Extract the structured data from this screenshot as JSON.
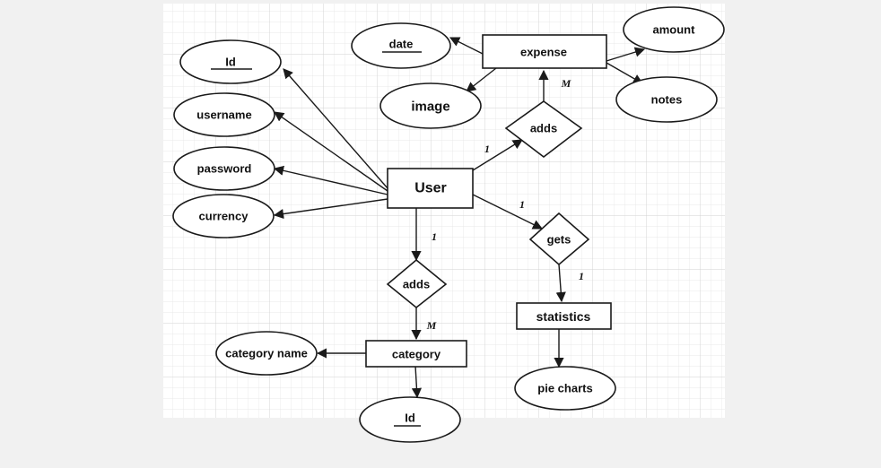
{
  "colors": {
    "page_background": "#f1f1f1",
    "grid_background": "#ffffff",
    "grid_line": "#dadada",
    "stroke": "#1a1a1a",
    "text": "#111111"
  },
  "entities": {
    "user": "User",
    "expense": "expense",
    "category": "category",
    "statistics": "statistics"
  },
  "relationships": {
    "adds_expense": "adds",
    "gets": "gets",
    "adds_category": "adds"
  },
  "attributes": {
    "user_id": "Id",
    "username": "username",
    "password": "password",
    "currency": "currency",
    "expense_date": "date",
    "expense_image": "image",
    "expense_amount": "amount",
    "expense_notes": "notes",
    "category_name": "category name",
    "category_id": "Id",
    "pie_charts": "pie charts"
  },
  "cardinalities": {
    "user_adds_expense": "1",
    "adds_expense_m": "M",
    "user_gets": "1",
    "gets_statistics": "1",
    "user_adds_category": "1",
    "adds_category_m": "M"
  }
}
